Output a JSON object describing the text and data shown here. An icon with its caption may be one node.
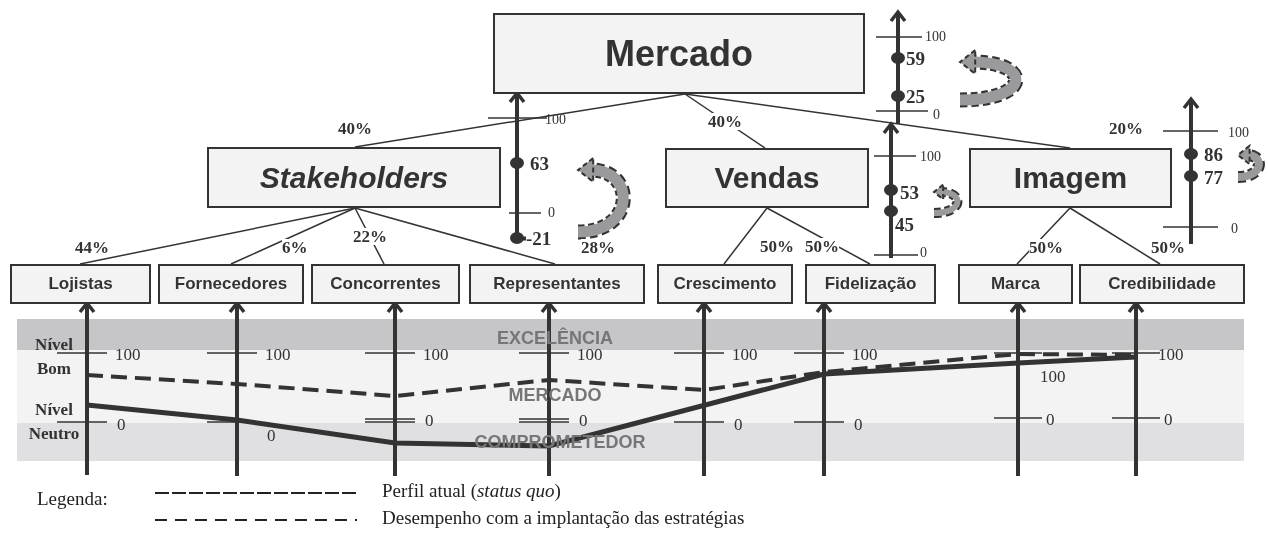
{
  "diagram": {
    "nodes": [
      {
        "text": [
          "Mercado"
        ]
      },
      {
        "text": [
          "Stakeholders"
        ]
      },
      {
        "text": [
          "Vendas"
        ]
      },
      {
        "text": [
          "Imagem"
        ]
      },
      {
        "text": [
          "Lojistas"
        ]
      },
      {
        "text": [
          "Fornecedores"
        ]
      },
      {
        "text": [
          "Concorrentes"
        ]
      },
      {
        "text": [
          "Representantes"
        ]
      },
      {
        "text": [
          "Crescimento"
        ]
      },
      {
        "text": [
          "Fidelização"
        ]
      },
      {
        "text": [
          "Marca"
        ]
      },
      {
        "text": [
          "Credibilidade"
        ]
      },
      {
        "text": [
          "-21"
        ]
      }
    ],
    "edges": [
      {
        "from": 0,
        "to": 1,
        "arrow": "none",
        "label": "40%"
      },
      {
        "from": 0,
        "to": 2,
        "arrow": "none",
        "label": "40%"
      },
      {
        "from": 0,
        "to": 3,
        "arrow": "none",
        "label": "20%"
      },
      {
        "from": 1,
        "to": 4,
        "arrow": "none",
        "label": "44%"
      },
      {
        "from": 1,
        "to": 5,
        "arrow": "none",
        "label": "6%"
      },
      {
        "from": 1,
        "to": 6,
        "arrow": "none",
        "label": "22%"
      },
      {
        "from": 1,
        "to": 7,
        "arrow": "none",
        "label": "28%"
      },
      {
        "from": 2,
        "to": 8,
        "arrow": "none",
        "label": "50%"
      },
      {
        "from": 2,
        "to": 9,
        "arrow": "none",
        "label": "50%"
      },
      {
        "from": 3,
        "to": 10,
        "arrow": "none",
        "label": "50%"
      },
      {
        "from": 3,
        "to": 11,
        "arrow": "none",
        "label": "50%"
      },
      {
        "from": 12,
        "to": 0,
        "arrow": "to",
        "style": "thick"
      },
      {
        "from": null,
        "to": 4,
        "arrow": "to",
        "style": "thick"
      },
      {
        "from": null,
        "to": 5,
        "arrow": "to",
        "style": "thick"
      },
      {
        "from": null,
        "to": 6,
        "arrow": "to",
        "style": "thick"
      },
      {
        "from": null,
        "to": 7,
        "arrow": "to",
        "style": "thick"
      },
      {
        "from": null,
        "to": 8,
        "arrow": "to",
        "style": "thick"
      },
      {
        "from": null,
        "to": 9,
        "arrow": "to",
        "style": "thick"
      },
      {
        "from": null,
        "to": 10,
        "arrow": "to",
        "style": "thick"
      },
      {
        "from": null,
        "to": 11,
        "arrow": "to",
        "style": "thick"
      }
    ],
    "labels": [
      "100",
      "59",
      "25",
      "0",
      "100",
      "63",
      "0",
      "100",
      "53",
      "45",
      "0",
      "100",
      "86",
      "77",
      "0",
      "Nível Bom",
      "EXCELÊNCIA",
      "100",
      "100",
      "100",
      "100",
      "100",
      "100",
      "100",
      "100",
      "MERCADO",
      "Nível Neutro",
      "0",
      "0",
      "0",
      "0",
      "0",
      "0",
      "0",
      "0",
      "COMPROMETEDOR",
      "Legenda:"
    ],
    "legend": [
      {
        "text": "Perfil atual (*status quo*)"
      },
      {
        "text": "Desempenho com a implantação das estratégias"
      }
    ]
  }
}
